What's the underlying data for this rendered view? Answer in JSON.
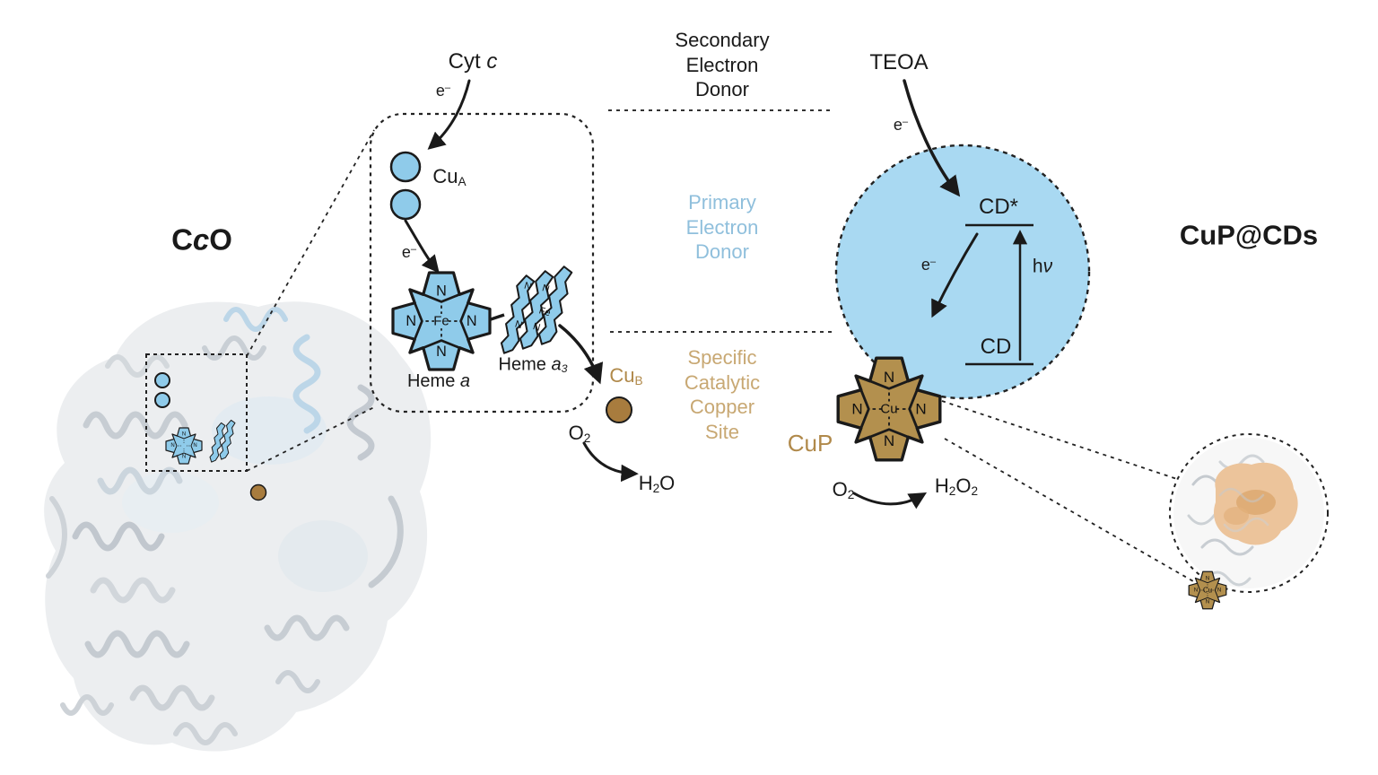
{
  "diagram": {
    "left": {
      "title_pre": "C",
      "title_it": "c",
      "title_post": "O",
      "cyt_pre": "Cyt ",
      "cyt_it": "c",
      "cua_base": "Cu",
      "cua_sub": "A",
      "heme_a_pre": "Heme ",
      "heme_a_it": "a",
      "heme_a3_pre": "Heme ",
      "heme_a3_it": "a",
      "heme_a3_sub": "3",
      "cub_base": "Cu",
      "cub_sub": "B",
      "o2_base": "O",
      "o2_sub": "2",
      "h2o_p1": "H",
      "h2o_s1": "2",
      "h2o_p2": "O"
    },
    "center": {
      "secondary": [
        "Secondary",
        "Electron",
        "Donor"
      ],
      "primary": [
        "Primary",
        "Electron",
        "Donor"
      ],
      "catalytic": [
        "Specific",
        "Catalytic",
        "Copper",
        "Site"
      ]
    },
    "right": {
      "title": "CuP@CDs",
      "teoa": "TEOA",
      "cd_star": "CD*",
      "cd": "CD",
      "hv_base": "h",
      "hv_it": "ν",
      "cup": "CuP",
      "o2_base": "O",
      "o2_sub": "2",
      "h2o2_p1": "H",
      "h2o2_s1": "2",
      "h2o2_p2": "O",
      "h2o2_s2": "2"
    },
    "shared": {
      "electron_base": "e",
      "electron_sup": "–",
      "n": "N",
      "fe": "Fe",
      "cu": "Cu"
    },
    "colors": {
      "heme_blue": "#8FCBEA",
      "cd_circle_blue": "#A9D9F2",
      "copper_brown": "#B3904E",
      "primary_donor_text": "#8FBFDC",
      "catalytic_site_text": "#C8A873",
      "copper_label_text": "#B0894A"
    }
  }
}
